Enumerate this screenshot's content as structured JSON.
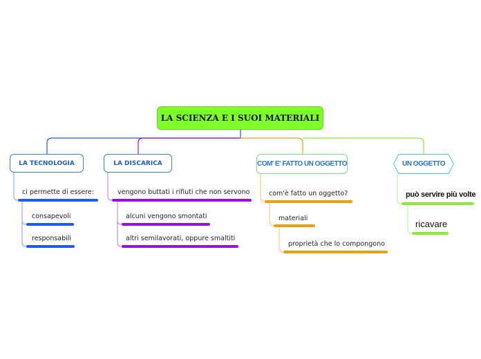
{
  "root": {
    "label": "LA SCIENZA E I SUOI MATERIALI"
  },
  "branches": {
    "tecnologia": {
      "label": "LA TECNOLOGIA",
      "items": [
        "ci permette di essere:",
        "consapevoli",
        "responsabili"
      ]
    },
    "discarica": {
      "label": "LA DISCARICA",
      "items": [
        "vengono buttati i rifiuti che non servono",
        "alcuni vengono smontati",
        "altri semilavorati, oppure smaltiti"
      ]
    },
    "com_e_fatto": {
      "label": "COM' E' FATTO UN OGGETTO",
      "items": [
        "com'è fatto un oggetto?",
        "materiali",
        "proprietà che lo compongono"
      ]
    },
    "un_oggetto": {
      "label": "UN OGGETTO",
      "items": [
        "può servire più volte",
        "ricavare"
      ]
    }
  },
  "colors": {
    "root_fill": "#7fff2a",
    "blue": "#1e5bf0",
    "purple": "#9a0fe0",
    "orange": "#f29e0c",
    "green": "#8ee83a"
  }
}
